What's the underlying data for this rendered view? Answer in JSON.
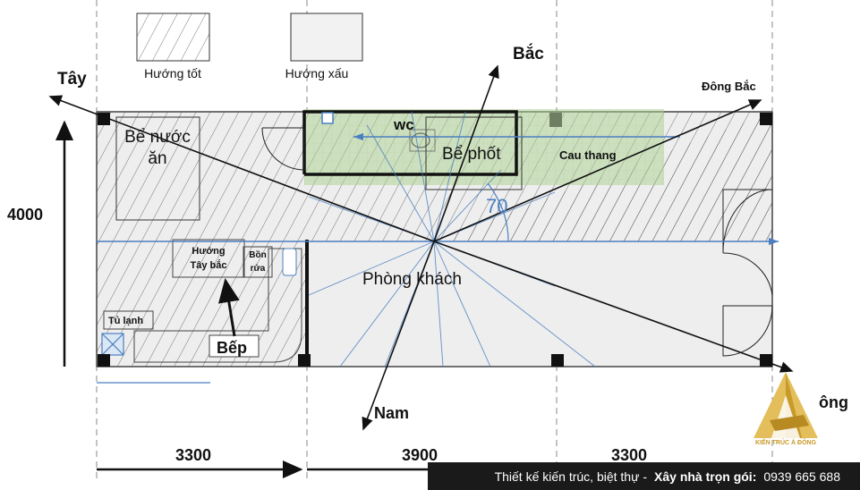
{
  "legend": {
    "good_label": "Hướng tốt",
    "bad_label": "Hướng xấu"
  },
  "compass": {
    "north": "Bắc",
    "south": "Nam",
    "west": "Tây",
    "northeast": "Đông Bắc",
    "east_partial": "ông"
  },
  "rooms": {
    "water_tank": "Bể nước ăn",
    "wc": "wc",
    "septic": "Bể phốt",
    "stairs": "Cau thang",
    "living_room": "Phòng khách",
    "kitchen": "Bếp",
    "kitchen_direction": "Hướng Tây bắc",
    "sink": "Bồn rửa",
    "fridge": "Tủ lạnh",
    "angle_value": "70"
  },
  "dimensions": {
    "height": "4000",
    "widths": [
      "3300",
      "3900",
      "3300"
    ]
  },
  "footer": {
    "lead": "Thiết kế kiến trúc, biệt thự -",
    "bold_part": "Xây nhà trọn gói:",
    "phone": "0939 665 688"
  },
  "logo_text": "KIẾN TRÚC Á ĐÔNG",
  "colors": {
    "hatch": "#555555",
    "plan_fill": "#eeeeee",
    "axis_blue": "#4a7fc1",
    "stairs_green": "#a9d08e",
    "footer_bg": "#1a1a1a",
    "logo_gold": "#c89a2a"
  }
}
